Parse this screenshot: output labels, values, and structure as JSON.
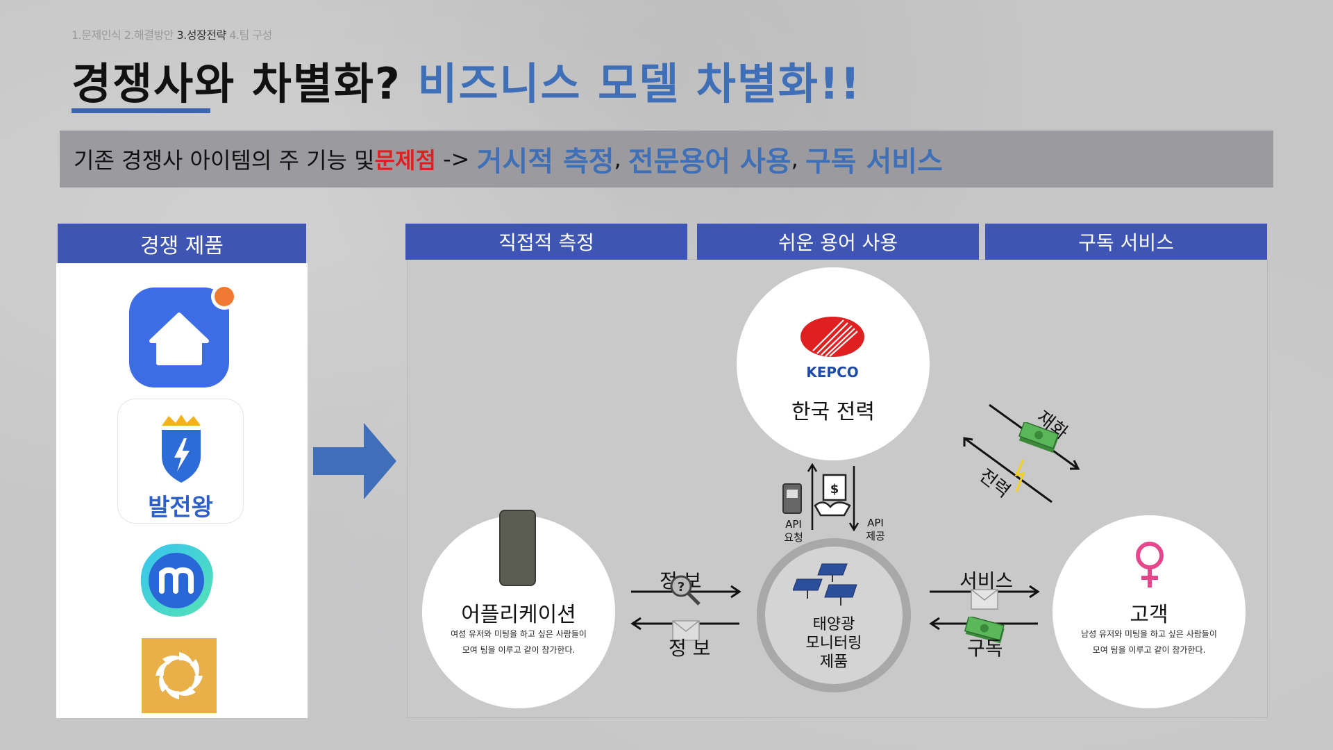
{
  "header": {
    "breadcrumb_1": "1.문제인식",
    "breadcrumb_2": "2.해결방안",
    "breadcrumb_3": "3.성장전략",
    "breadcrumb_4": "4.팀 구성",
    "title_part1": "경쟁사와 차별화?",
    "title_part2": "비즈니스 모델 차별화!!"
  },
  "summary": {
    "text_1": "기존 경쟁사 아이템의 주 기능 및 ",
    "problem": "문제점",
    "arrow": " -> ",
    "item_1": "거시적 측정",
    "comma_1": ", ",
    "item_2": "전문용어 사용",
    "comma_2": ", ",
    "item_3": "구독 서비스"
  },
  "competitors": {
    "header": "경쟁 제품",
    "items": [
      {
        "icon": "smart-home-app-icon",
        "label": ""
      },
      {
        "icon": "shield-lightning-icon",
        "label": "발전왕"
      },
      {
        "icon": "m-logo-icon",
        "label": ""
      },
      {
        "icon": "sun-swirl-icon",
        "label": ""
      }
    ]
  },
  "columns": {
    "col_1": "직접적 측정",
    "col_2": "쉬운 용어 사용",
    "col_3": "구독 서비스"
  },
  "diagram": {
    "kepco_logo_text": "KEPCO",
    "kepco_label": "한국 전력",
    "app_label": "어플리케이션",
    "app_desc": "여성 유저와 미팅을 하고 싶은 사람들이 모여 팀을 이루고 같이 참가한다.",
    "customer_label": "고객",
    "customer_desc": "남성 유저와 미팅을 하고 싶은 사람들이 모여 팀을 이루고 같이 참가한다.",
    "solar_label_1": "태양광",
    "solar_label_2": "모니터링",
    "solar_label_3": "제품",
    "api_request_1": "API",
    "api_request_2": "요청",
    "api_provide_1": "API",
    "api_provide_2": "제공",
    "info_top": "정 보",
    "info_bottom": "정 보",
    "service": "서비스",
    "subscription": "구독",
    "money": "재화",
    "power": "전력"
  },
  "colors": {
    "accent_blue": "#3e55b4",
    "title_blue": "#3f6fb6",
    "problem_red": "#e02020",
    "background": "#c6c6c7"
  }
}
